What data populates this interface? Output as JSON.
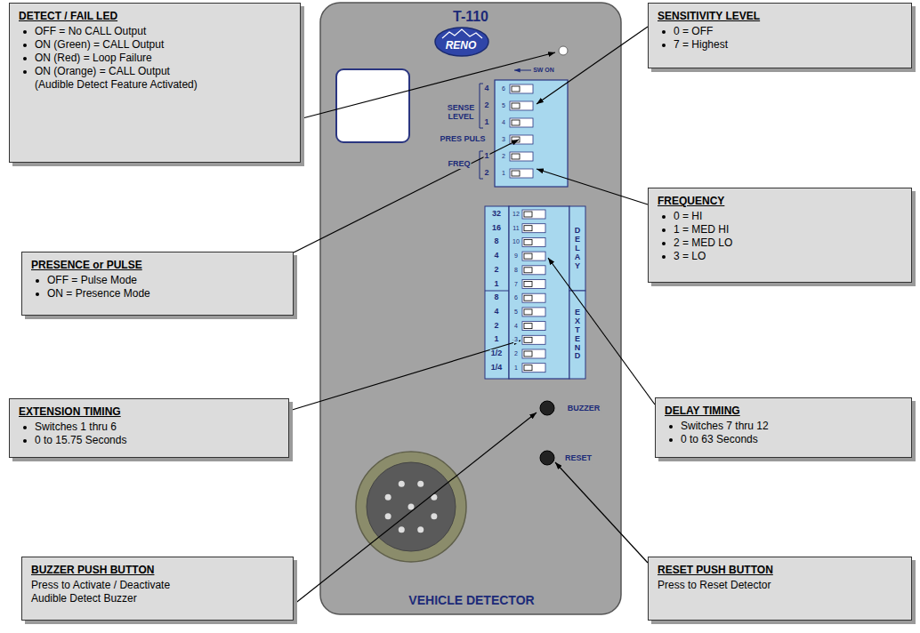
{
  "diagram": {
    "nodes": [
      {
        "text": [
          "DETECT / FAIL LED",
          "OFF = No CALL Output",
          "ON (Green) = CALL Output",
          "ON (Red) = Loop Failure",
          "ON (Orange) = CALL Output (Audible Detect Feature Activated)"
        ]
      },
      {
        "text": [
          "SENSITIVITY LEVEL",
          "0 = OFF",
          "7 = Highest"
        ]
      },
      {
        "text": [
          "PRESENCE or PULSE",
          "OFF = Pulse Mode",
          "ON = Presence Mode"
        ]
      },
      {
        "text": [
          "FREQUENCY",
          "0 = HI",
          "1 = MED HI",
          "2 = MED LO",
          "3 = LO"
        ]
      },
      {
        "text": [
          "EXTENSION TIMING",
          "Switches 1 thru 6",
          "0 to 15.75 Seconds"
        ]
      },
      {
        "text": [
          "DELAY TIMING",
          "Switches 7 thru 12",
          "0 to 63 Seconds"
        ]
      },
      {
        "text": [
          "BUZZER PUSH BUTTON",
          "Press to Activate / Deactivate Audible Detect Buzzer"
        ]
      },
      {
        "text": [
          "RESET PUSH BUTTON",
          "Press to Reset Detector"
        ]
      }
    ],
    "labels": [
      "T-110",
      "RENO",
      "SW ON",
      "SENSE LEVEL",
      "4",
      "2",
      "1",
      "PRES PULS",
      "FREQ",
      "1",
      "2",
      "6",
      "5",
      "4",
      "3",
      "2",
      "1",
      "12",
      "11",
      "10",
      "9",
      "8",
      "7",
      "6",
      "5",
      "4",
      "3",
      "2",
      "1",
      "32",
      "16",
      "8",
      "4",
      "2",
      "1",
      "DELAY",
      "8",
      "4",
      "2",
      "1",
      "1/2",
      "1/4",
      "EXTEND",
      "BUZZER",
      "RESET",
      "VEHICLE DETECTOR"
    ]
  }
}
